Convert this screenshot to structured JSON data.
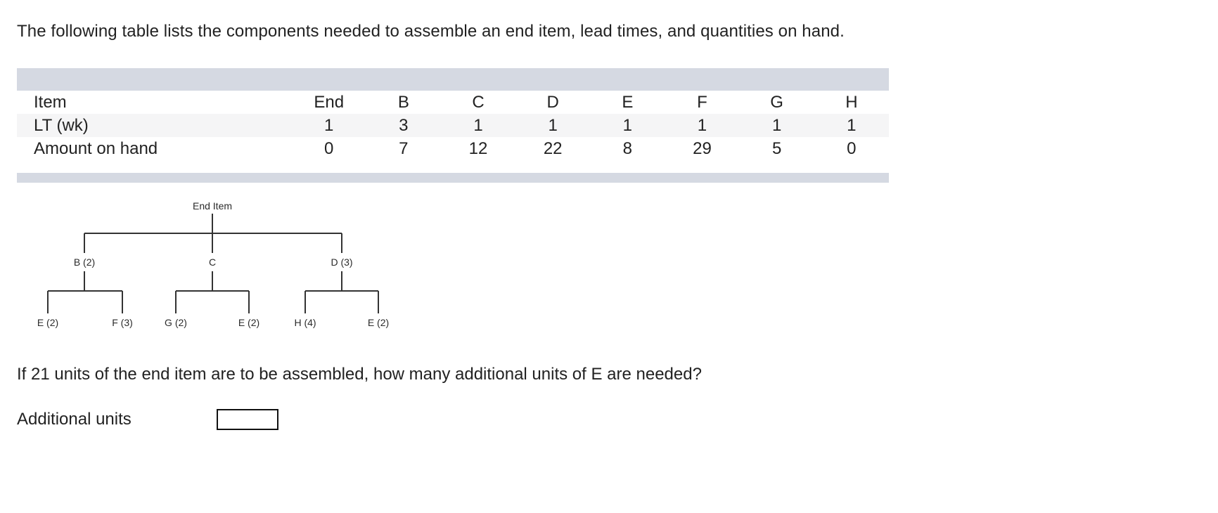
{
  "intro": {
    "text": "The following table lists the components needed to assemble an end item, lead times, and quantities on hand."
  },
  "table": {
    "columns": [
      "End",
      "B",
      "C",
      "D",
      "E",
      "F",
      "G",
      "H"
    ],
    "rows": [
      {
        "label": "Item",
        "values": [
          "End",
          "B",
          "C",
          "D",
          "E",
          "F",
          "G",
          "H"
        ]
      },
      {
        "label": "LT (wk)",
        "values": [
          "1",
          "3",
          "1",
          "1",
          "1",
          "1",
          "1",
          "1"
        ]
      },
      {
        "label": "Amount on hand",
        "values": [
          "0",
          "7",
          "12",
          "22",
          "8",
          "29",
          "5",
          "0"
        ]
      }
    ],
    "header_band_color": "#d5d9e2",
    "stripe_color": "#f5f5f6"
  },
  "tree": {
    "root": "End Item",
    "level1": [
      "B (2)",
      "C",
      "D (3)"
    ],
    "level2": [
      "E (2)",
      "F (3)",
      "G (2)",
      "E (2)",
      "H (4)",
      "E (2)"
    ],
    "line_color": "#333333"
  },
  "question": {
    "text": "If 21 units of the end item are to be assembled, how many additional units of E are needed?"
  },
  "answer": {
    "label": "Additional units",
    "value": "",
    "placeholder": ""
  }
}
